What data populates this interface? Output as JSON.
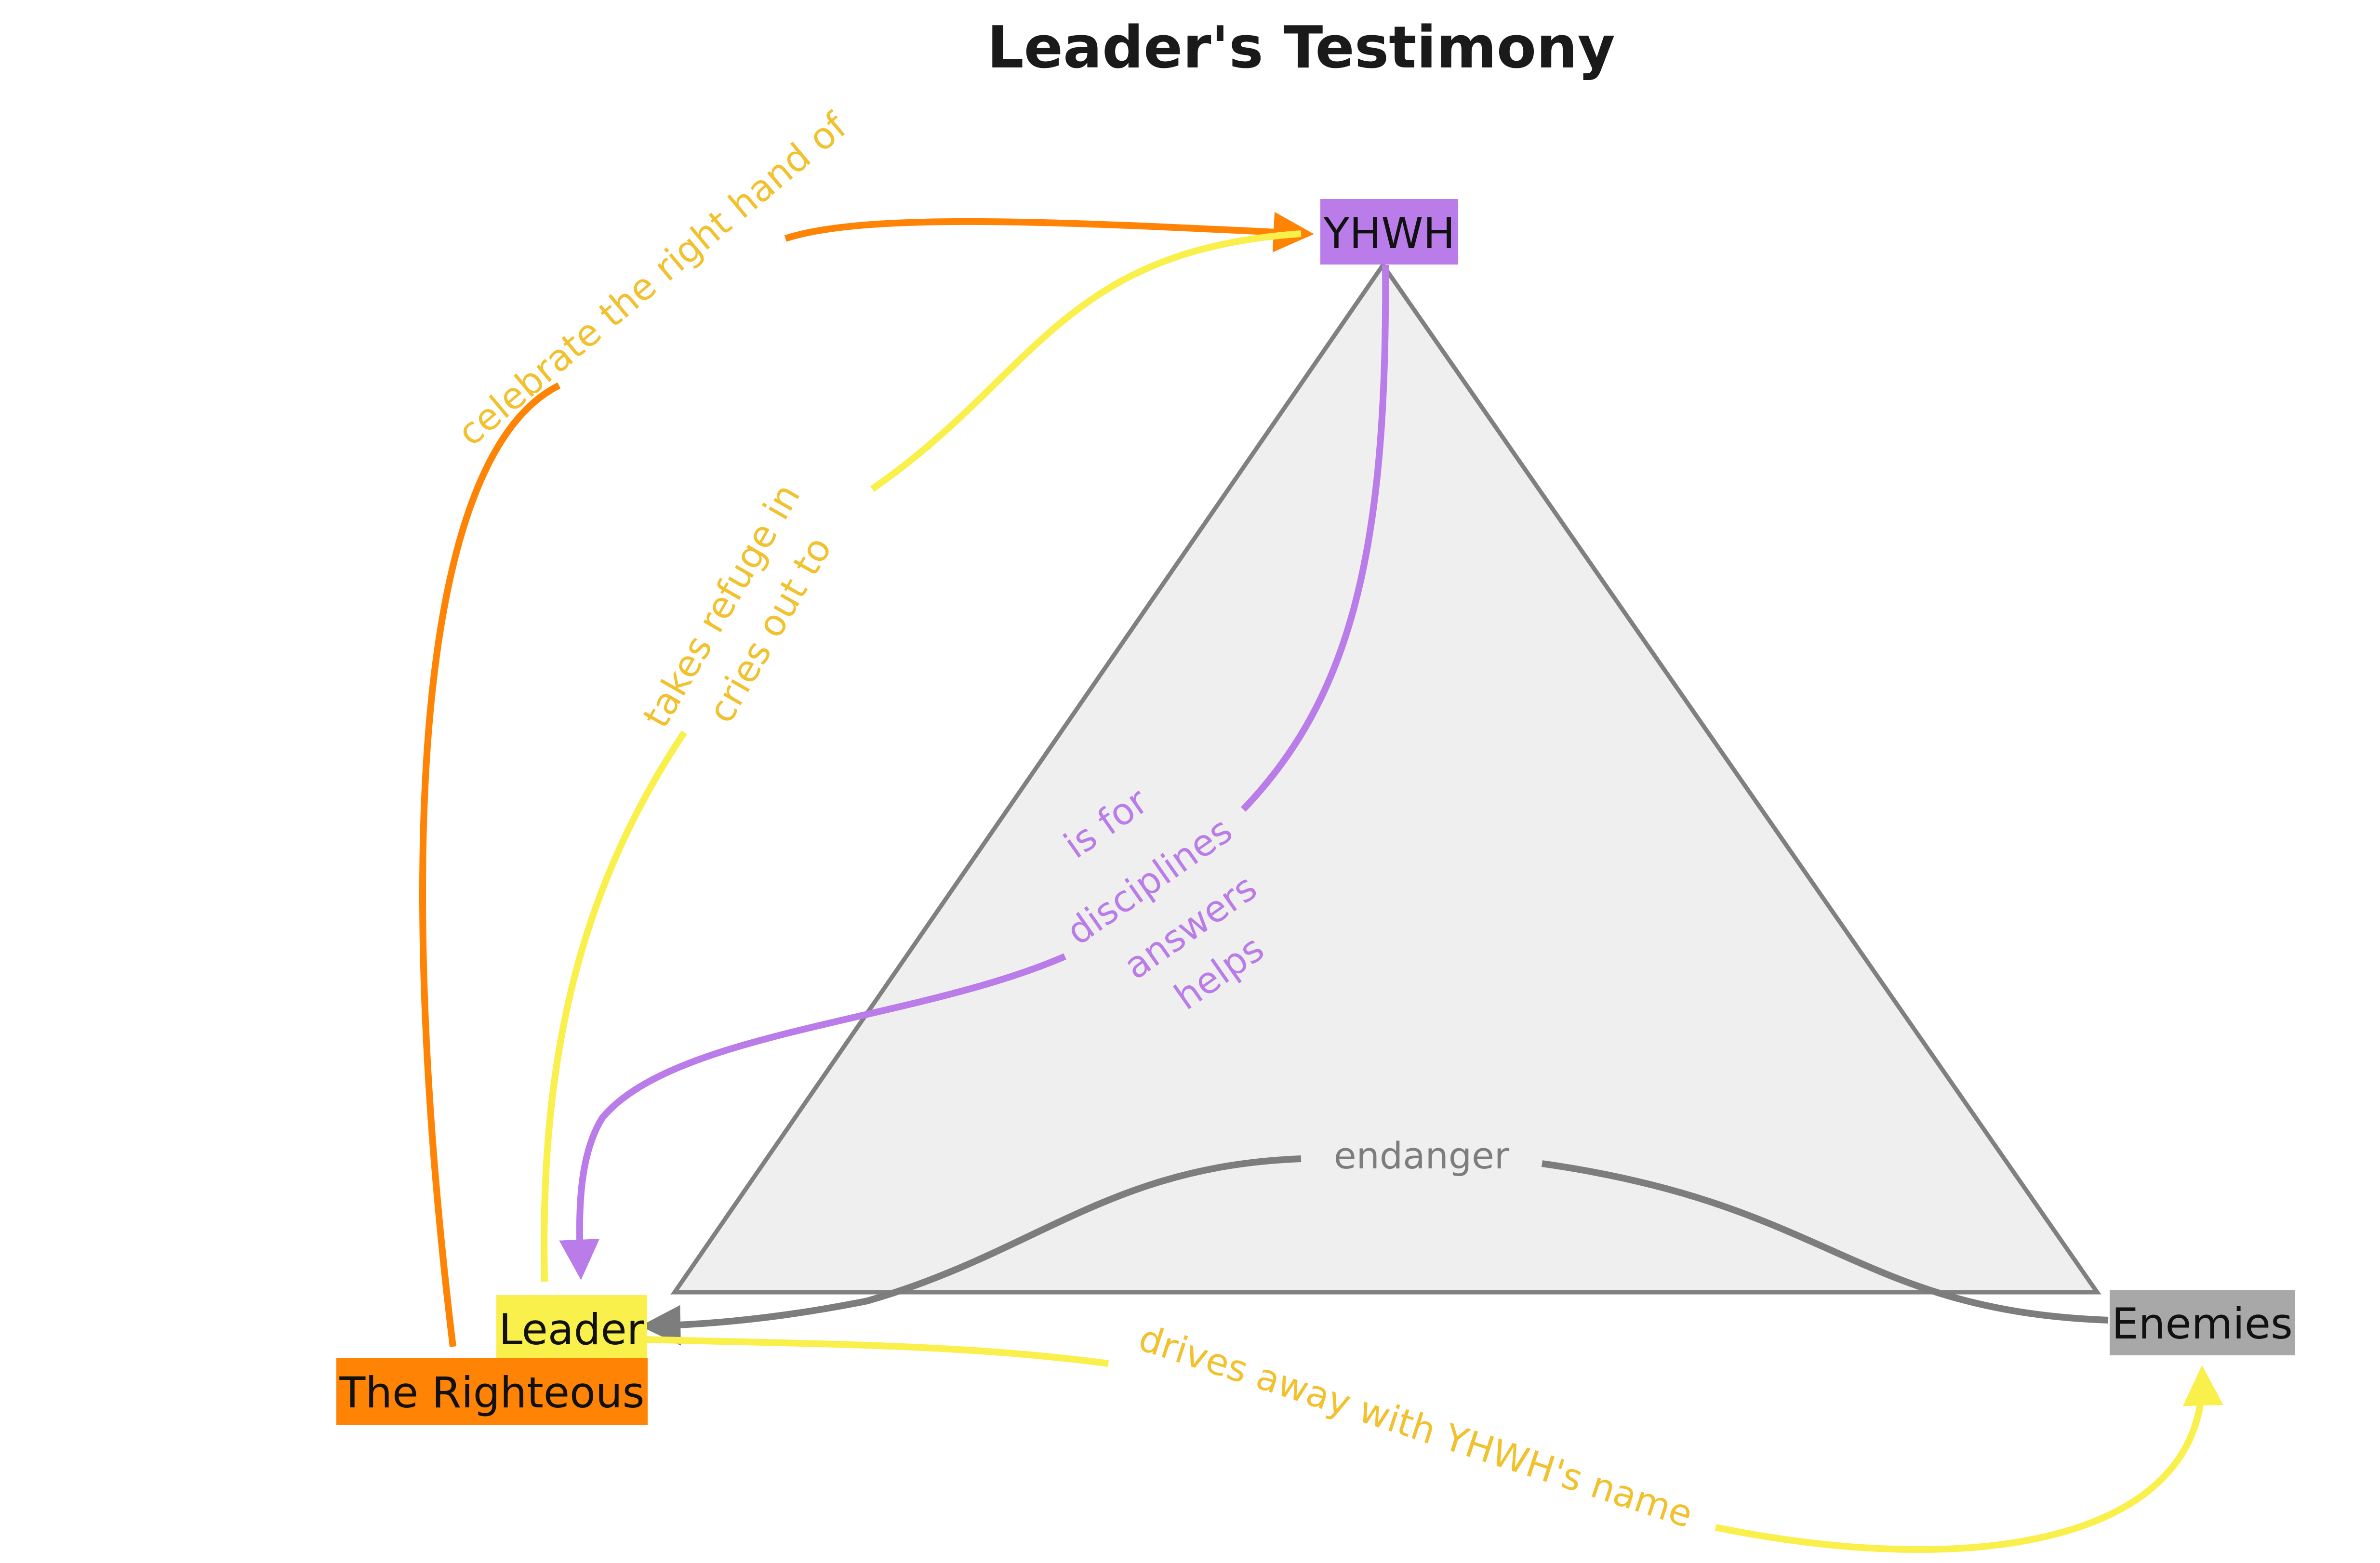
{
  "title": "Leader's Testimony",
  "nodes": {
    "yhwh": {
      "label": "YHWH",
      "color": "#b97ce8"
    },
    "leader": {
      "label": "Leader",
      "color": "#f9f04b"
    },
    "righteous": {
      "label": "The Righteous",
      "color": "#ff8305"
    },
    "enemies": {
      "label": "Enemies",
      "color": "#a8a8a8"
    }
  },
  "edges": {
    "celebrate": {
      "label": "celebrate the right hand of",
      "color": "#ff8305",
      "text_color": "#f2c12e"
    },
    "refuge": {
      "lines": [
        "takes refuge in",
        "cries out to"
      ],
      "color": "#f9f04b",
      "text_color": "#f2c12e"
    },
    "yhwh_to_leader": {
      "lines": [
        "is for",
        "disciplines",
        "answers",
        "helps"
      ],
      "color": "#b97ce8",
      "text_color": "#b97ce8"
    },
    "endanger": {
      "label": "endanger",
      "color": "#7d7d7d",
      "text_color": "#7d7d7d"
    },
    "drives_away": {
      "label": "drives away with YHWH's name",
      "color": "#f9f04b",
      "text_color": "#f2c12e"
    }
  },
  "triangle": {
    "fill": "#efefef",
    "stroke": "#808080"
  }
}
